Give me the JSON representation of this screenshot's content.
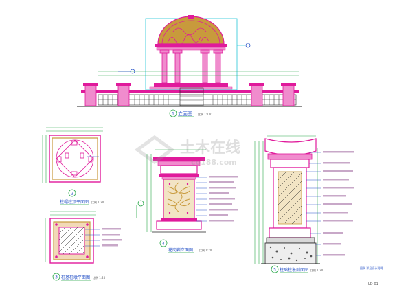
{
  "drawing": {
    "elevation_title": "立面图",
    "elevation_scale": "比例 1:100",
    "elevation_marker": "1",
    "column_plan_title": "柱帽柱顶平面图",
    "column_plan_scale": "比例 1:20",
    "column_plan_marker": "2",
    "base_plan_title": "柱基柱墩平面图",
    "base_plan_scale": "比例 1:20",
    "base_plan_marker": "3",
    "column_elev_title": "花岗岩立面图",
    "column_elev_scale": "比例 1:20",
    "column_elev_marker": "4",
    "section_title": "柱础柱墩剖面图",
    "section_scale": "比例 1:20",
    "section_marker": "5",
    "watermark_brand": "土木在线",
    "watermark_url": "co188.com",
    "footer_note": "图例 详见设计说明",
    "sheet_number": "LD-01"
  },
  "colors": {
    "magenta": "#e01a9b",
    "pink": "#f08ccd",
    "gold": "#c89a3c",
    "dark": "#222222",
    "cyan": "#25c6d8",
    "green": "#2aa84a",
    "red": "#d81e1e",
    "blue": "#2a55c8"
  }
}
